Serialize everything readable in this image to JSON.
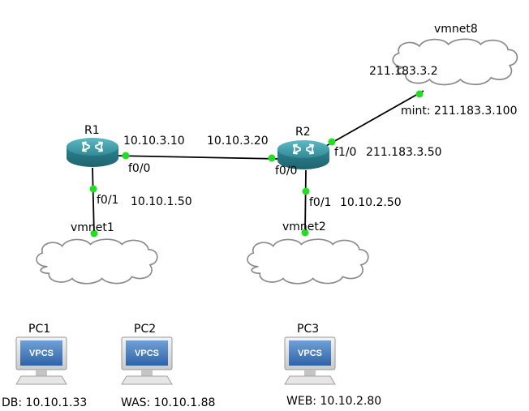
{
  "nodes": {
    "r1": {
      "name": "R1"
    },
    "r2": {
      "name": "R2"
    },
    "vmnet1": {
      "name": "vmnet1"
    },
    "vmnet2": {
      "name": "vmnet2"
    },
    "vmnet8": {
      "name": "vmnet8"
    },
    "pc1": {
      "name": "PC1",
      "badge": "VPCS",
      "caption": "DB: 10.10.1.33"
    },
    "pc2": {
      "name": "PC2",
      "badge": "VPCS",
      "caption": "WAS: 10.10.1.88"
    },
    "pc3": {
      "name": "PC3",
      "badge": "VPCS",
      "caption": "WEB: 10.10.2.80"
    }
  },
  "interfaces": {
    "r1_f00": "f0/0",
    "r1_f01": "f0/1",
    "r2_f00": "f0/0",
    "r2_f01": "f0/1",
    "r2_f10": "f1/0"
  },
  "addresses": {
    "r1_f00": "10.10.3.10",
    "r1_f01": "10.10.1.50",
    "r2_f00": "10.10.3.20",
    "r2_f01": "10.10.2.50",
    "r2_f10": "211.183.3.50",
    "vmnet8_gw": "211.183.3.2",
    "mint": "mint: 211.183.3.100"
  },
  "colors": {
    "link": "#000000",
    "port_up": "#22dd22",
    "router_body": "#2f8a96",
    "cloud_fill": "#ffffff",
    "cloud_stroke": "#8a8a8a",
    "vpcs_screen": "#3a73b5"
  },
  "icons": {
    "router": "router-icon",
    "cloud": "cloud-icon",
    "pc": "vpcs-computer-icon"
  }
}
